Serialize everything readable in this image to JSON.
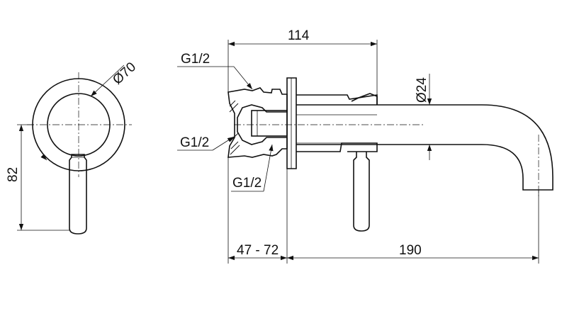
{
  "dimensions": {
    "diameter_70": "Ø70",
    "height_82": "82",
    "length_114": "114",
    "diameter_24": "Ø24",
    "thread_top": "G1/2",
    "thread_middle": "G1/2",
    "thread_bottom": "G1/2",
    "depth_range": "47 - 72",
    "spout_reach": "190"
  }
}
